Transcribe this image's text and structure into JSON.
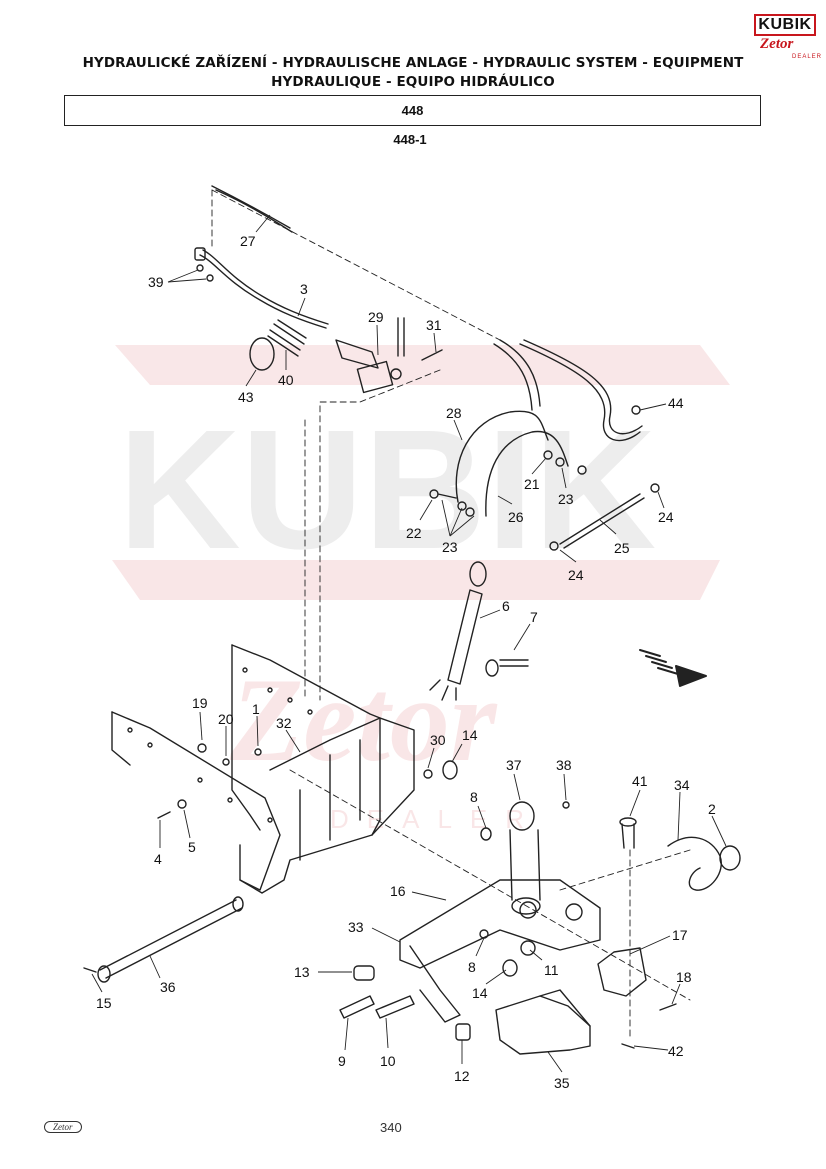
{
  "header": {
    "title_line1": "HYDRAULICKÉ ZAŘÍZENÍ - HYDRAULISCHE ANLAGE - HYDRAULIC SYSTEM - EQUIPMENT",
    "title_line2": "HYDRAULIQUE - EQUIPO HIDRÁULICO",
    "section_code": "448",
    "subsection_code": "448-1"
  },
  "logo": {
    "brand_top": "KUBIK",
    "brand_bottom": "Zetor",
    "dealer": "DEALER"
  },
  "watermark": {
    "text_main": "KUBIK",
    "text_script": "Zetor",
    "text_sub": "DEALER"
  },
  "callouts": [
    {
      "id": "c27",
      "label": "27"
    },
    {
      "id": "c39",
      "label": "39"
    },
    {
      "id": "c3",
      "label": "3"
    },
    {
      "id": "c29",
      "label": "29"
    },
    {
      "id": "c31",
      "label": "31"
    },
    {
      "id": "c40",
      "label": "40"
    },
    {
      "id": "c43",
      "label": "43"
    },
    {
      "id": "c44",
      "label": "44"
    },
    {
      "id": "c28",
      "label": "28"
    },
    {
      "id": "c21",
      "label": "21"
    },
    {
      "id": "c23a",
      "label": "23"
    },
    {
      "id": "c22",
      "label": "22"
    },
    {
      "id": "c26",
      "label": "26"
    },
    {
      "id": "c24a",
      "label": "24"
    },
    {
      "id": "c23b",
      "label": "23"
    },
    {
      "id": "c25",
      "label": "25"
    },
    {
      "id": "c24b",
      "label": "24"
    },
    {
      "id": "c6",
      "label": "6"
    },
    {
      "id": "c7",
      "label": "7"
    },
    {
      "id": "c19",
      "label": "19"
    },
    {
      "id": "c20",
      "label": "20"
    },
    {
      "id": "c1",
      "label": "1"
    },
    {
      "id": "c32",
      "label": "32"
    },
    {
      "id": "c30",
      "label": "30"
    },
    {
      "id": "c14a",
      "label": "14"
    },
    {
      "id": "c37",
      "label": "37"
    },
    {
      "id": "c38",
      "label": "38"
    },
    {
      "id": "c41",
      "label": "41"
    },
    {
      "id": "c34",
      "label": "34"
    },
    {
      "id": "c2",
      "label": "2"
    },
    {
      "id": "c8a",
      "label": "8"
    },
    {
      "id": "c4",
      "label": "4"
    },
    {
      "id": "c5",
      "label": "5"
    },
    {
      "id": "c16",
      "label": "16"
    },
    {
      "id": "c33",
      "label": "33"
    },
    {
      "id": "c17",
      "label": "17"
    },
    {
      "id": "c8b",
      "label": "8"
    },
    {
      "id": "c11",
      "label": "11"
    },
    {
      "id": "c13",
      "label": "13"
    },
    {
      "id": "c14b",
      "label": "14"
    },
    {
      "id": "c18",
      "label": "18"
    },
    {
      "id": "c36",
      "label": "36"
    },
    {
      "id": "c15",
      "label": "15"
    },
    {
      "id": "c9",
      "label": "9"
    },
    {
      "id": "c10",
      "label": "10"
    },
    {
      "id": "c12",
      "label": "12"
    },
    {
      "id": "c35",
      "label": "35"
    },
    {
      "id": "c42",
      "label": "42"
    }
  ],
  "footer": {
    "page_number": "340",
    "brand": "Zetor"
  }
}
